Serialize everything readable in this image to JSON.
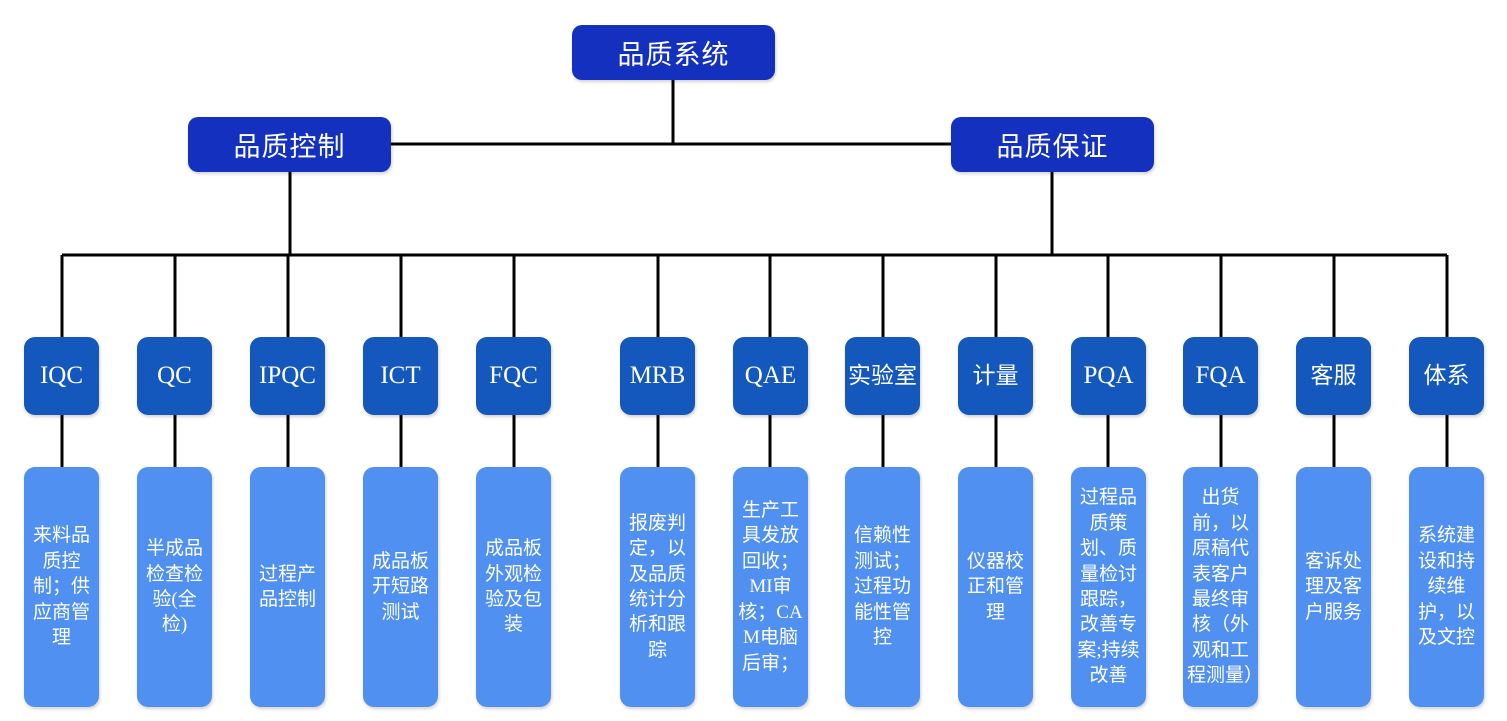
{
  "chart_title": "品质系统",
  "colors": {
    "root": "#1430BE",
    "branch": "#1430BE",
    "department": "#1458BE",
    "description": "#5090F0",
    "connector": "#000000",
    "text": "#FFFFFF",
    "background": "#FFFFFF"
  },
  "root": {
    "label": "品质系统"
  },
  "branches": [
    {
      "id": "qc",
      "label": "品质控制"
    },
    {
      "id": "qa",
      "label": "品质保证"
    }
  ],
  "departments": [
    {
      "id": "iqc",
      "label": "IQC",
      "branch": "qc",
      "description": "来料品质控制；供应商管理"
    },
    {
      "id": "qc",
      "label": "QC",
      "branch": "qc",
      "description": "半成品检查检验(全检)"
    },
    {
      "id": "ipqc",
      "label": "IPQC",
      "branch": "qc",
      "description": "过程产品控制"
    },
    {
      "id": "ict",
      "label": "ICT",
      "branch": "qc",
      "description": "成品板开短路测试"
    },
    {
      "id": "fqc",
      "label": "FQC",
      "branch": "qc",
      "description": "成品板外观检验及包装"
    },
    {
      "id": "mrb",
      "label": "MRB",
      "branch": "qa",
      "description": "报废判定，以及品质统计分析和跟踪"
    },
    {
      "id": "qae",
      "label": "QAE",
      "branch": "qa",
      "description": "生产工具发放回收；MI审核；CAM电脑后审；"
    },
    {
      "id": "lab",
      "label": "实验室",
      "branch": "qa",
      "description": "信赖性测试；过程功能性管控"
    },
    {
      "id": "met",
      "label": "计量",
      "branch": "qa",
      "description": "仪器校正和管理"
    },
    {
      "id": "pqa",
      "label": "PQA",
      "branch": "qa",
      "description": "过程品质策划、质量检讨跟踪，改善专案;持续改善"
    },
    {
      "id": "fqa",
      "label": "FQA",
      "branch": "qa",
      "description": "出货前，以原稿代表客户最终审核（外观和工程测量）"
    },
    {
      "id": "cs",
      "label": "客服",
      "branch": "qa",
      "description": "客诉处理及客户服务"
    },
    {
      "id": "sys",
      "label": "体系",
      "branch": "qa",
      "description": "系统建设和持续维护，以及文控"
    }
  ],
  "chart_data": {
    "type": "tree",
    "title": "品质系统",
    "levels": 4,
    "node_count": 16
  }
}
